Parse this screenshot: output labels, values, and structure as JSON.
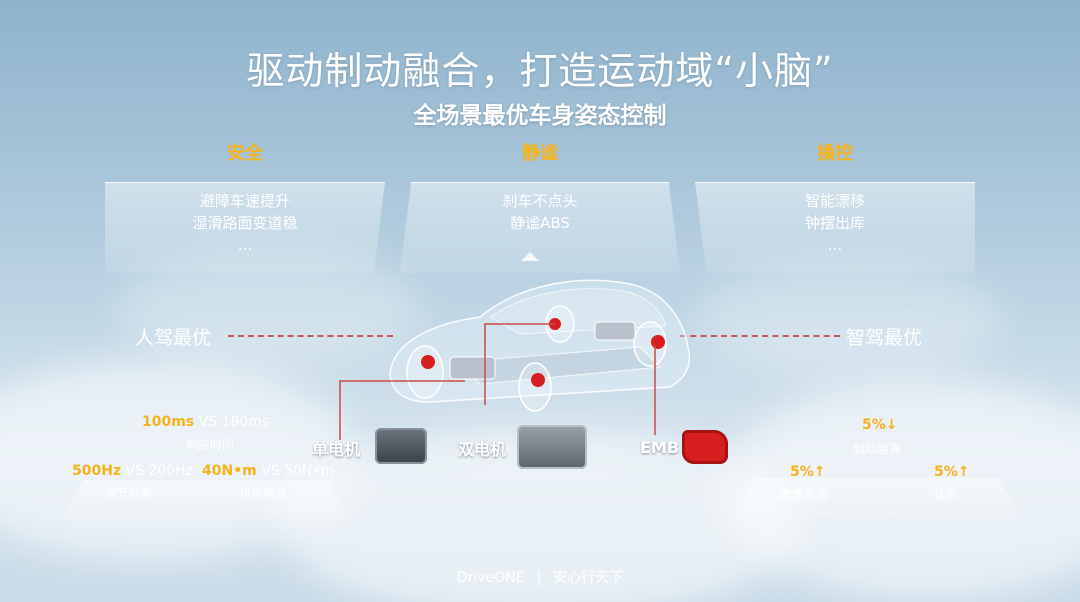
{
  "title": "驱动制动融合，打造运动域“小脑”",
  "subtitle": "全场景最优车身姿态控制",
  "categories": [
    {
      "label": "安全",
      "items": [
        "避障车速提升",
        "湿滑路面变道稳",
        "..."
      ]
    },
    {
      "label": "静谧",
      "items": [
        "刹车不点头",
        "静谧ABS"
      ]
    },
    {
      "label": "操控",
      "items": [
        "智能漂移",
        "钟摆出库",
        "..."
      ]
    }
  ],
  "left_label": "人驾最优",
  "right_label": "智驾最优",
  "left_metrics": {
    "response": {
      "highlight": "100ms",
      "text": "VS 180ms",
      "caption": "响应时间"
    },
    "frequency": {
      "highlight": "500Hz",
      "text": "VS 200Hz",
      "caption": "调节频率"
    },
    "torque": {
      "highlight": "40N•m",
      "text": "VS 50N•m",
      "caption": "扭矩精度"
    }
  },
  "right_metrics": {
    "braking": {
      "highlight": "5%↓",
      "caption": "制动距离"
    },
    "elk": {
      "highlight": "5%↑",
      "caption": "麋鹿车速"
    },
    "range": {
      "highlight": "5%↑",
      "caption": "续航"
    }
  },
  "components": {
    "single_motor": "单电机",
    "dual_motor": "双电机",
    "emb": "EMB"
  },
  "footer": {
    "brand": "DriveONE",
    "separator": "|",
    "slogan": "安心行天下"
  },
  "colors": {
    "accent": "#f5b41e",
    "dashed_line": "#c95a55",
    "brake_red": "#d71f1f"
  }
}
